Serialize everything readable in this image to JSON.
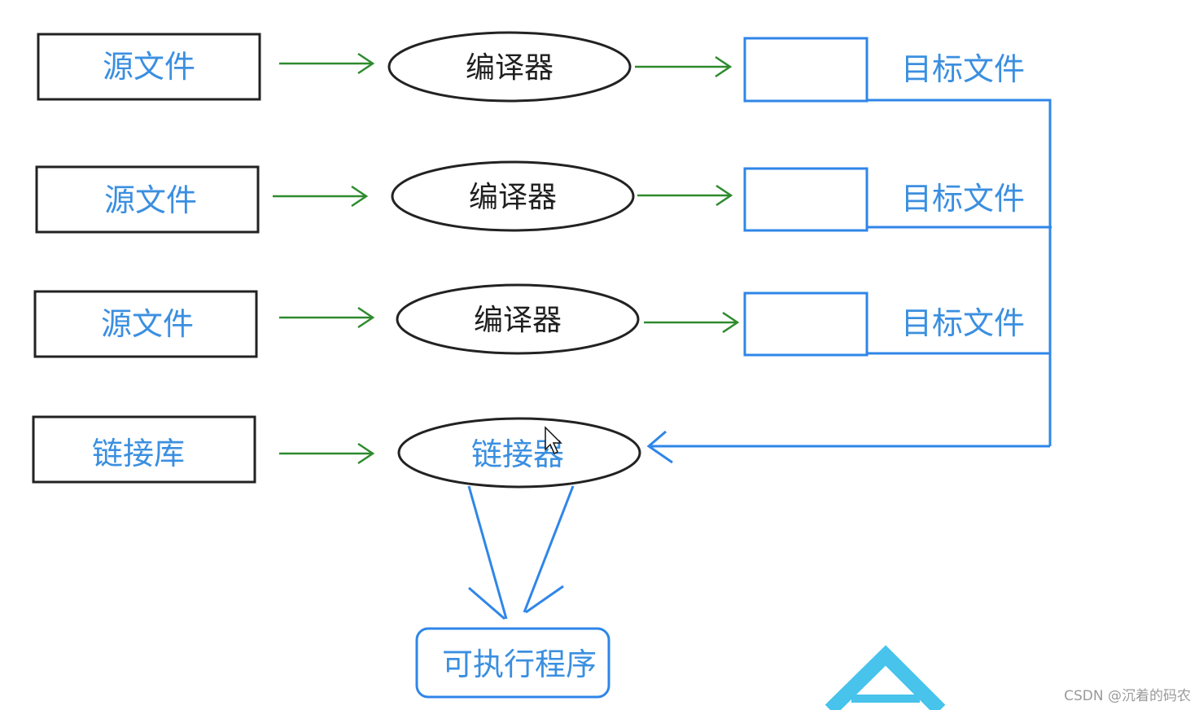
{
  "nodes": {
    "source_files": [
      "源文件",
      "源文件",
      "源文件"
    ],
    "link_library": "链接库",
    "compilers": [
      "编译器",
      "编译器",
      "编译器"
    ],
    "linker": "链接器",
    "object_files": [
      "目标文件",
      "目标文件",
      "目标文件"
    ],
    "executable": "可执行程序"
  },
  "watermark": "CSDN @沉着的码农",
  "colors": {
    "label_blue": "#3b8fe0",
    "line_blue": "#2f86e8",
    "arrow_green": "#2e8b2e",
    "outline_black": "#222222"
  }
}
